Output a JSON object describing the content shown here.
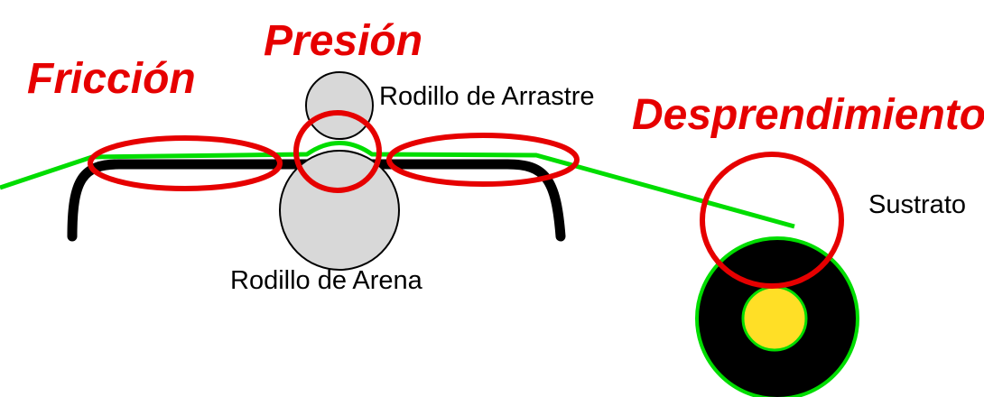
{
  "diagram": {
    "labels": {
      "friction": "Fricción",
      "pressure": "Presión",
      "detachment": "Desprendimiento",
      "drive_roller": "Rodillo de Arrastre",
      "sand_roller": "Rodillo de Arena",
      "substrate": "Sustrato"
    },
    "colors": {
      "highlight_red": "#e60000",
      "web_green": "#00dd00",
      "roller_gray": "#d8d8d8",
      "core_yellow": "#ffdf26",
      "ink_black": "#000000",
      "background": "#ffffff"
    }
  }
}
